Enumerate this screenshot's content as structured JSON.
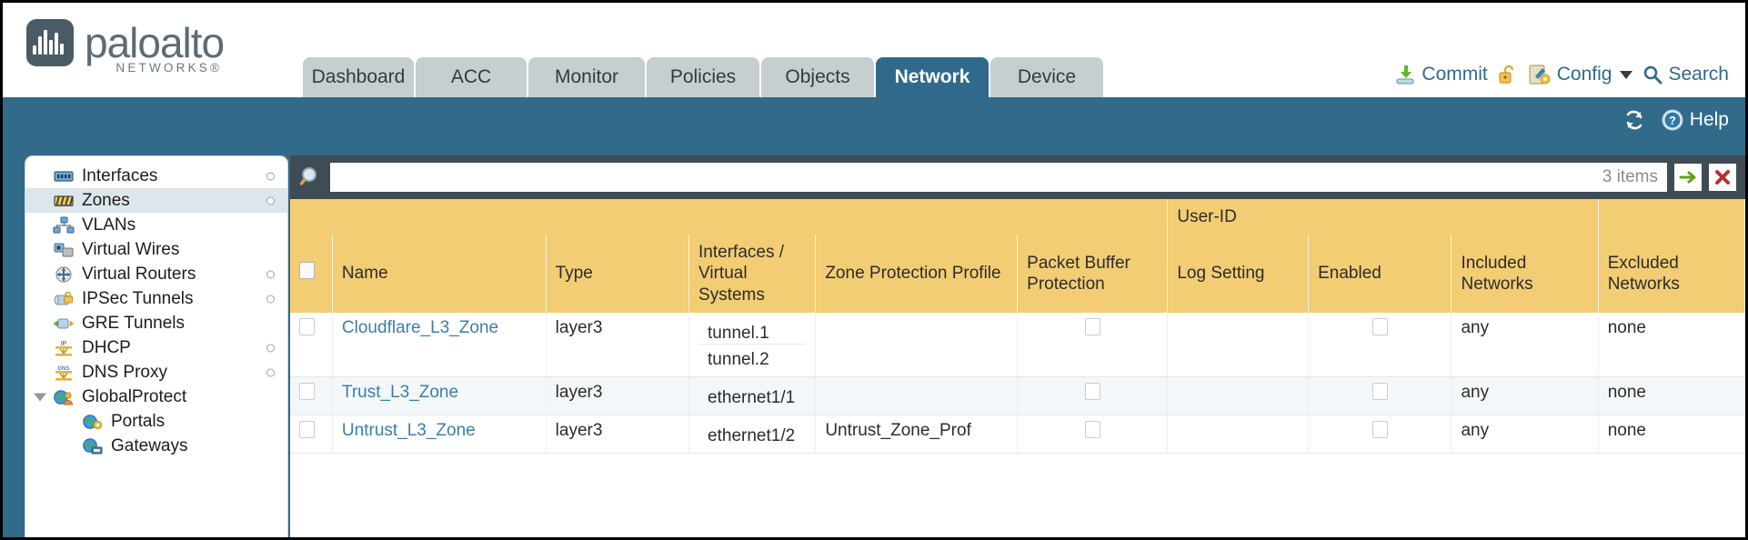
{
  "brand": {
    "word": "paloalto",
    "sub": "NETWORKS®"
  },
  "tabs": [
    {
      "label": "Dashboard",
      "active": false,
      "width": 122
    },
    {
      "label": "ACC",
      "active": false,
      "width": 122
    },
    {
      "label": "Monitor",
      "active": false,
      "width": 128
    },
    {
      "label": "Policies",
      "active": false,
      "width": 124
    },
    {
      "label": "Objects",
      "active": false,
      "width": 124
    },
    {
      "label": "Network",
      "active": true,
      "width": 124
    },
    {
      "label": "Device",
      "active": false,
      "width": 124
    }
  ],
  "utility": {
    "commit": "Commit",
    "config": "Config",
    "search": "Search"
  },
  "banner": {
    "help": "Help",
    "refresh_icon": "refresh-icon",
    "help_icon": "help-icon"
  },
  "sidebar": {
    "items": [
      {
        "label": "Interfaces",
        "icon": "interfaces-icon",
        "selected": false,
        "dot": true,
        "child": false,
        "triangle": false
      },
      {
        "label": "Zones",
        "icon": "zones-icon",
        "selected": true,
        "dot": true,
        "child": false,
        "triangle": false
      },
      {
        "label": "VLANs",
        "icon": "vlans-icon",
        "selected": false,
        "dot": false,
        "child": false,
        "triangle": false
      },
      {
        "label": "Virtual Wires",
        "icon": "virtual-wires-icon",
        "selected": false,
        "dot": false,
        "child": false,
        "triangle": false
      },
      {
        "label": "Virtual Routers",
        "icon": "virtual-routers-icon",
        "selected": false,
        "dot": true,
        "child": false,
        "triangle": false
      },
      {
        "label": "IPSec Tunnels",
        "icon": "ipsec-tunnels-icon",
        "selected": false,
        "dot": true,
        "child": false,
        "triangle": false
      },
      {
        "label": "GRE Tunnels",
        "icon": "gre-tunnels-icon",
        "selected": false,
        "dot": false,
        "child": false,
        "triangle": false
      },
      {
        "label": "DHCP",
        "icon": "dhcp-icon",
        "selected": false,
        "dot": true,
        "child": false,
        "triangle": false
      },
      {
        "label": "DNS Proxy",
        "icon": "dns-proxy-icon",
        "selected": false,
        "dot": true,
        "child": false,
        "triangle": false
      },
      {
        "label": "GlobalProtect",
        "icon": "globalprotect-icon",
        "selected": false,
        "dot": false,
        "child": false,
        "triangle": true
      },
      {
        "label": "Portals",
        "icon": "portals-icon",
        "selected": false,
        "dot": false,
        "child": true,
        "triangle": false
      },
      {
        "label": "Gateways",
        "icon": "gateways-icon",
        "selected": false,
        "dot": false,
        "child": true,
        "triangle": false
      }
    ]
  },
  "search": {
    "value": "",
    "placeholder": "",
    "item_count": "3 items",
    "apply_icon": "green-arrow-icon",
    "clear_icon": "red-x-icon"
  },
  "table": {
    "group_header": {
      "label": "User-ID",
      "span": 3
    },
    "columns": [
      "Name",
      "Type",
      "Interfaces / Virtual Systems",
      "Zone Protection Profile",
      "Packet Buffer Protection",
      "Log Setting",
      "Enabled",
      "Included Networks",
      "Excluded Networks"
    ],
    "rows": [
      {
        "name": "Cloudflare_L3_Zone",
        "type": "layer3",
        "interfaces": [
          "tunnel.1",
          "tunnel.2"
        ],
        "zone_protection_profile": "",
        "packet_buffer_protection": false,
        "log_setting": "",
        "userid_enabled": false,
        "included_networks": "any",
        "excluded_networks": "none",
        "alt": false
      },
      {
        "name": "Trust_L3_Zone",
        "type": "layer3",
        "interfaces": [
          "ethernet1/1"
        ],
        "zone_protection_profile": "",
        "packet_buffer_protection": false,
        "log_setting": "",
        "userid_enabled": false,
        "included_networks": "any",
        "excluded_networks": "none",
        "alt": true
      },
      {
        "name": "Untrust_L3_Zone",
        "type": "layer3",
        "interfaces": [
          "ethernet1/2"
        ],
        "zone_protection_profile": "Untrust_Zone_Prof",
        "packet_buffer_protection": false,
        "log_setting": "",
        "userid_enabled": false,
        "included_networks": "any",
        "excluded_networks": "none",
        "alt": false
      }
    ]
  },
  "colors": {
    "banner_teal": "#326a8a",
    "tab_inactive": "#c5ced1",
    "header_gold": "#f3cd73",
    "group_gold": "#dfae4a",
    "link_blue": "#3b7ea8",
    "searchbar_slate": "#3f4c55"
  }
}
